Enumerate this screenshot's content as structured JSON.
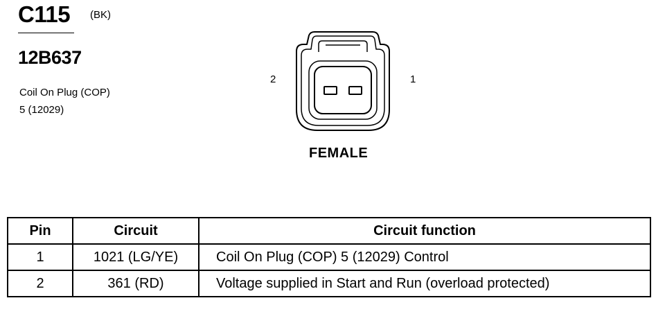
{
  "connector": {
    "id": "C115",
    "color": "(BK)",
    "part_number": "12B637",
    "description_line1": "Coil On Plug (COP)",
    "description_line2": "5 (12029)"
  },
  "face_view": {
    "pin_left": "2",
    "pin_right": "1",
    "gender": "FEMALE"
  },
  "table": {
    "headers": {
      "pin": "Pin",
      "circuit": "Circuit",
      "function": "Circuit function"
    },
    "rows": [
      {
        "pin": "1",
        "circuit": "1021 (LG/YE)",
        "function": "Coil On Plug (COP) 5 (12029) Control"
      },
      {
        "pin": "2",
        "circuit": "361 (RD)",
        "function": "Voltage supplied in Start and Run (overload protected)"
      }
    ]
  }
}
